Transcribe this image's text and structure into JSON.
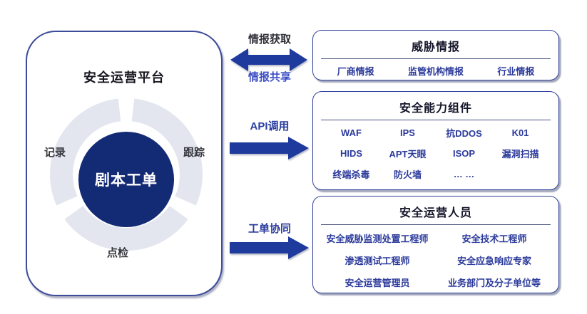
{
  "platform": {
    "title": "安全运营平台",
    "center_label": "剧本工单",
    "ring_labels": {
      "left": "记录",
      "right": "跟踪",
      "bottom": "点检"
    }
  },
  "connections": {
    "intel": {
      "top_label": "情报获取",
      "bottom_label": "情报共享"
    },
    "api": {
      "label": "API调用"
    },
    "ticket": {
      "label": "工单协同"
    }
  },
  "boxes": {
    "threat": {
      "title": "威胁情报",
      "items": [
        "厂商情报",
        "监管机构情报",
        "行业情报"
      ]
    },
    "capability": {
      "title": "安全能力组件",
      "items": [
        "WAF",
        "IPS",
        "抗DDOS",
        "K01",
        "HIDS",
        "APT天眼",
        "ISOP",
        "漏洞扫描",
        "终端杀毒",
        "防火墙",
        "… …"
      ]
    },
    "personnel": {
      "title": "安全运营人员",
      "items": [
        "安全威胁监测处置工程师",
        "安全技术工程师",
        "渗透测试工程师",
        "安全应急响应专家",
        "安全运营管理员",
        "业务部门及分子单位等"
      ]
    }
  },
  "colors": {
    "navy_circle": "#132a75",
    "arrow_navy": "#1e3a9d",
    "ring_gray": "#e3e5ef",
    "box_border": "#33439b",
    "item_text": "#2b3a9b",
    "blue_label": "#3b4ec4"
  }
}
